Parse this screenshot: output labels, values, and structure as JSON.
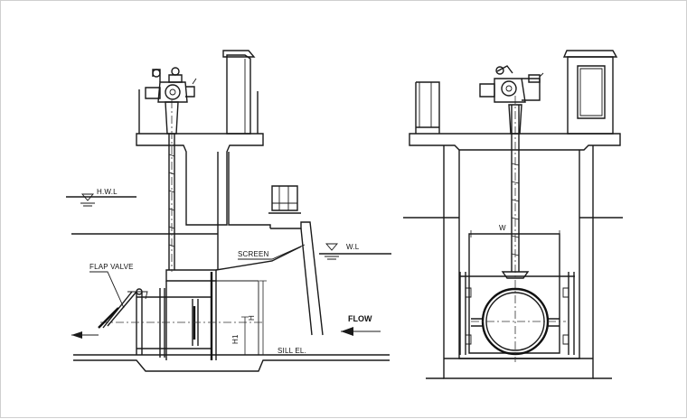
{
  "labels": {
    "hwl": "H.W.L",
    "wl": "W.L",
    "screen": "SCREEN",
    "flap_valve": "FLAP VALVE",
    "flow": "FLOW",
    "sill": "SILL EL.",
    "h": "H",
    "h1": "H1",
    "w": "W"
  }
}
